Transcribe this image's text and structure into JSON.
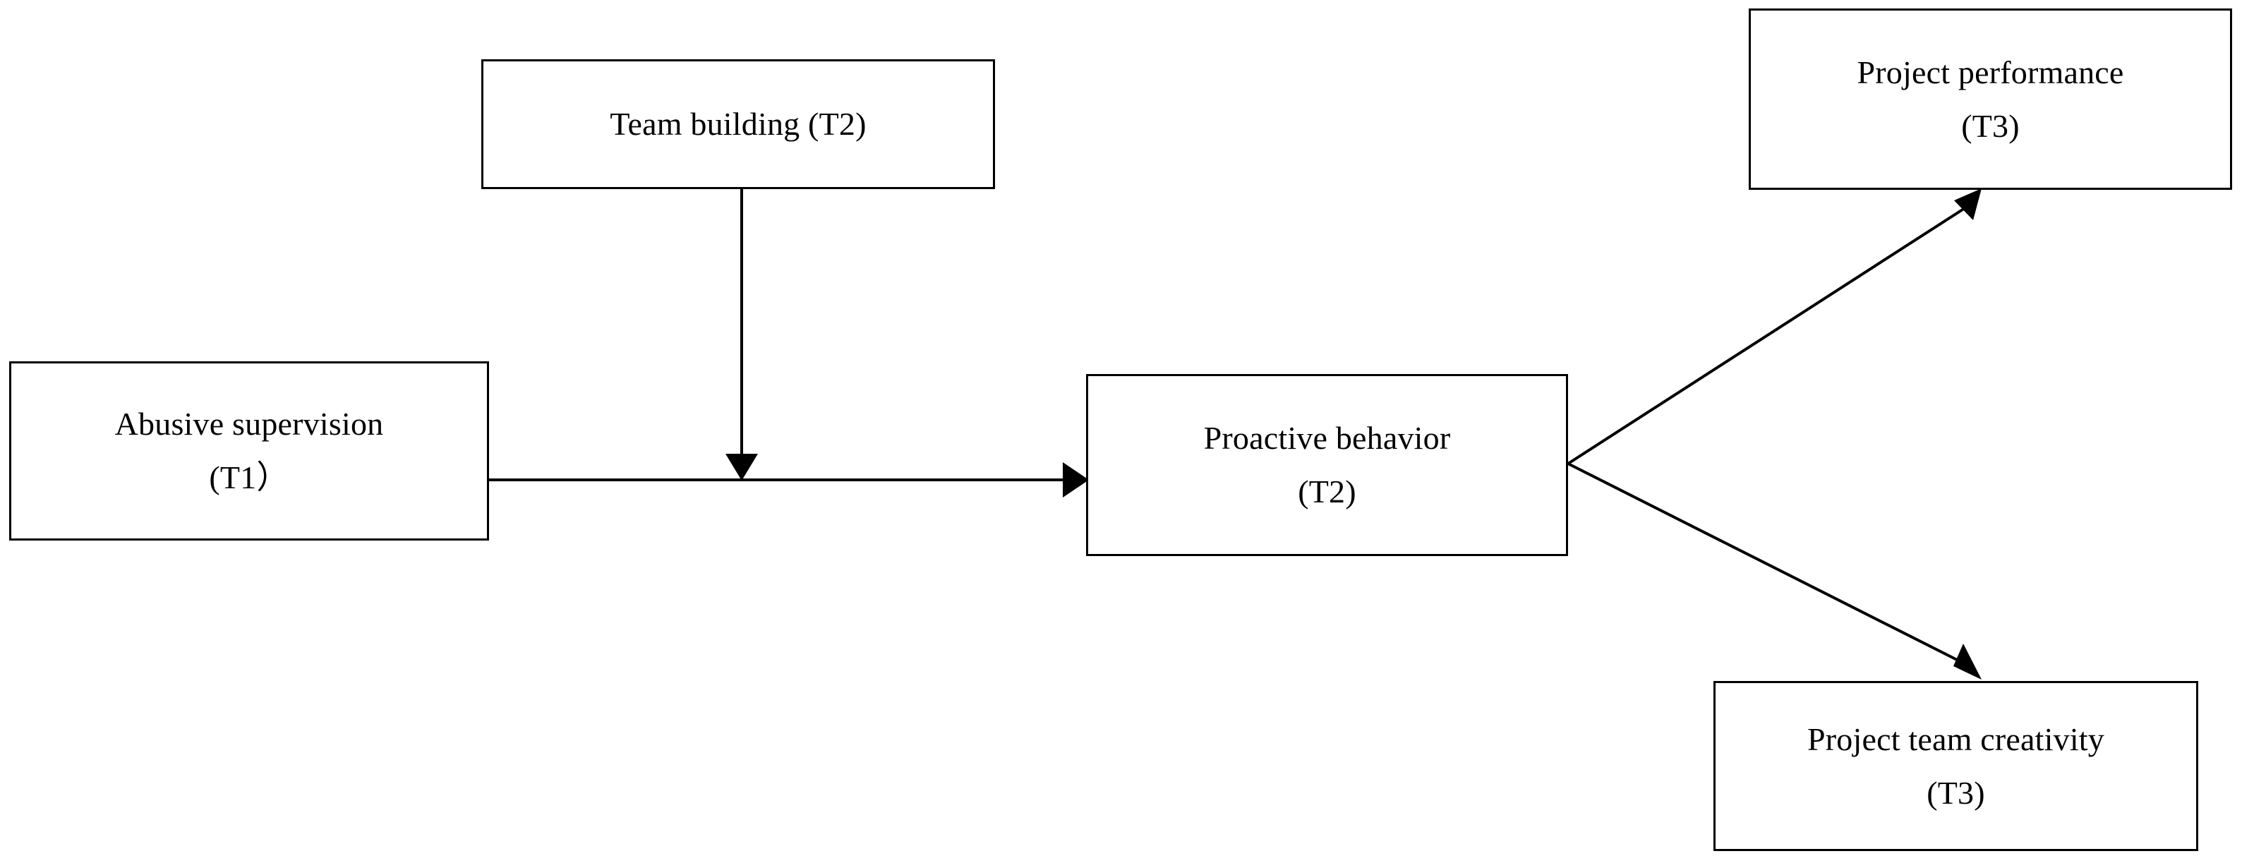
{
  "figure": {
    "type": "research-model-diagram",
    "background_color": "#ffffff",
    "line_color": "#000000",
    "text_color": "#000000"
  },
  "nodes": [
    {
      "id": "abusive-supervision",
      "line1": "Abusive supervision",
      "line2": "(T1）"
    },
    {
      "id": "team-building",
      "line1": "Team building (T2)",
      "line2": ""
    },
    {
      "id": "proactive-behavior",
      "line1": "Proactive behavior",
      "line2": "(T2)"
    },
    {
      "id": "project-performance",
      "line1": "Project performance",
      "line2": "(T3)"
    },
    {
      "id": "project-team-creativity",
      "line1": "Project team creativity",
      "line2": "(T3)"
    }
  ],
  "edges": [
    {
      "id": "abusive-supervision-to-proactive-behavior",
      "from": "abusive-supervision",
      "to": "proactive-behavior",
      "style": "solid",
      "arrowhead": "filled-triangle",
      "direction": "horizontal-right",
      "label": ""
    },
    {
      "id": "team-building-moderates-path",
      "from": "team-building",
      "to": "abusive-supervision-to-proactive-behavior",
      "style": "solid",
      "arrowhead": "filled-triangle",
      "direction": "vertical-down",
      "label": ""
    },
    {
      "id": "proactive-behavior-to-project-performance",
      "from": "proactive-behavior",
      "to": "project-performance",
      "style": "solid",
      "arrowhead": "filled-triangle",
      "direction": "diagonal-up-right",
      "label": ""
    },
    {
      "id": "proactive-behavior-to-project-team-creativity",
      "from": "proactive-behavior",
      "to": "project-team-creativity",
      "style": "solid",
      "arrowhead": "filled-triangle",
      "direction": "diagonal-down-right",
      "label": ""
    }
  ]
}
